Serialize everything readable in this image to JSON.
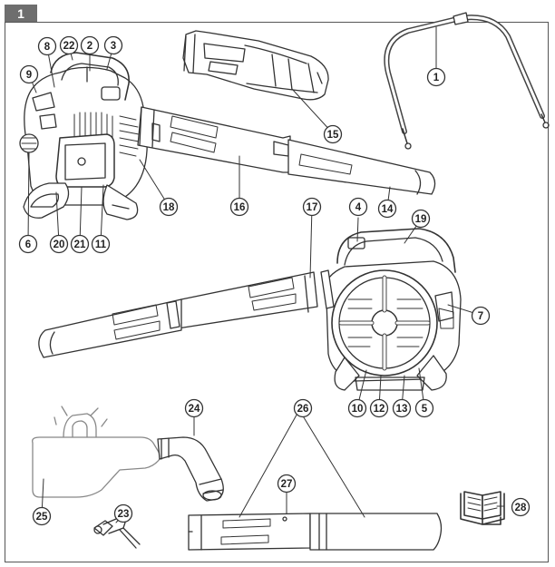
{
  "figure": {
    "number": "1"
  },
  "callouts": [
    "1",
    "2",
    "3",
    "4",
    "5",
    "6",
    "7",
    "8",
    "9",
    "10",
    "11",
    "12",
    "13",
    "14",
    "15",
    "16",
    "17",
    "18",
    "19",
    "20",
    "21",
    "22",
    "23",
    "24",
    "25",
    "26",
    "27",
    "28"
  ],
  "colors": {
    "line": "#333333",
    "light_line": "#888888",
    "badge": "#6e6e6e",
    "paper": "#ffffff"
  },
  "icons": {
    "manual": "open-book-icon"
  }
}
